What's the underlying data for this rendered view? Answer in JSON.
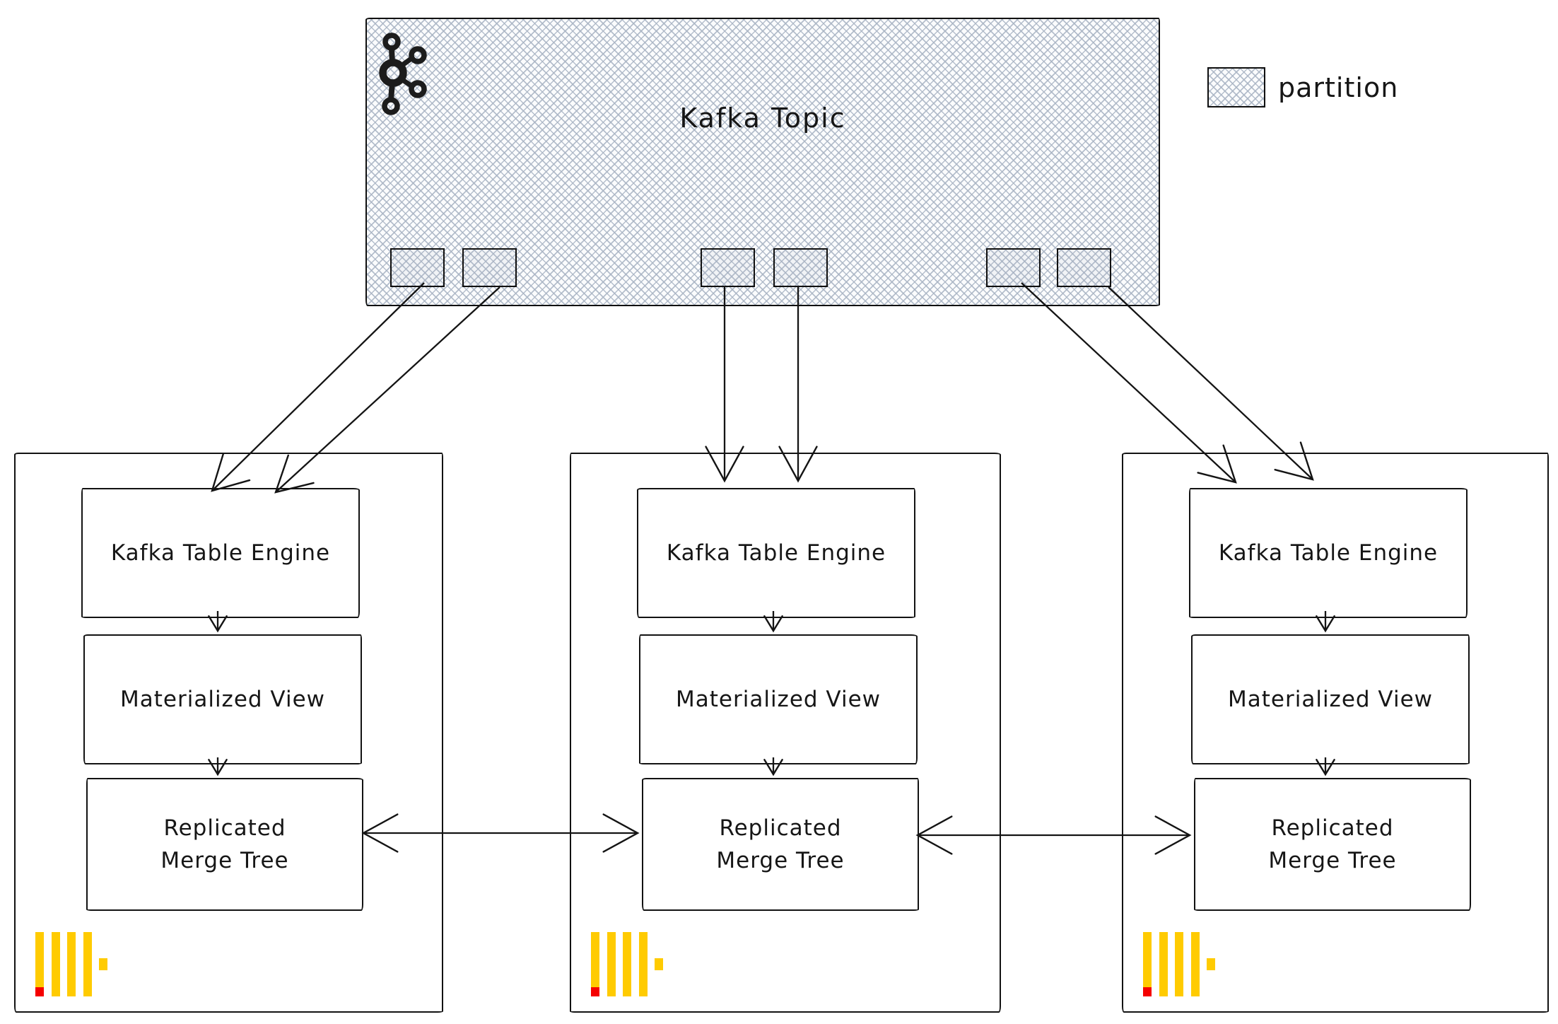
{
  "topic": {
    "title": "Kafka Topic",
    "partition_count": 6
  },
  "legend": {
    "label": "partition"
  },
  "nodes": [
    {
      "kafka_table_engine": "Kafka Table Engine",
      "materialized_view": "Materialized View",
      "replicated_merge_tree": [
        "Replicated",
        "Merge Tree"
      ]
    },
    {
      "kafka_table_engine": "Kafka Table Engine",
      "materialized_view": "Materialized View",
      "replicated_merge_tree": [
        "Replicated",
        "Merge Tree"
      ]
    },
    {
      "kafka_table_engine": "Kafka Table Engine",
      "materialized_view": "Materialized View",
      "replicated_merge_tree": [
        "Replicated",
        "Merge Tree"
      ]
    }
  ],
  "icons": {
    "topic_icon": "kafka-logo-icon",
    "node_icon": "clickhouse-logo-icon"
  },
  "colors": {
    "ink": "#141414",
    "pattern_line": "#a8b3c3",
    "clickhouse_yellow": "#ffcb01",
    "clickhouse_red": "#f50000"
  }
}
